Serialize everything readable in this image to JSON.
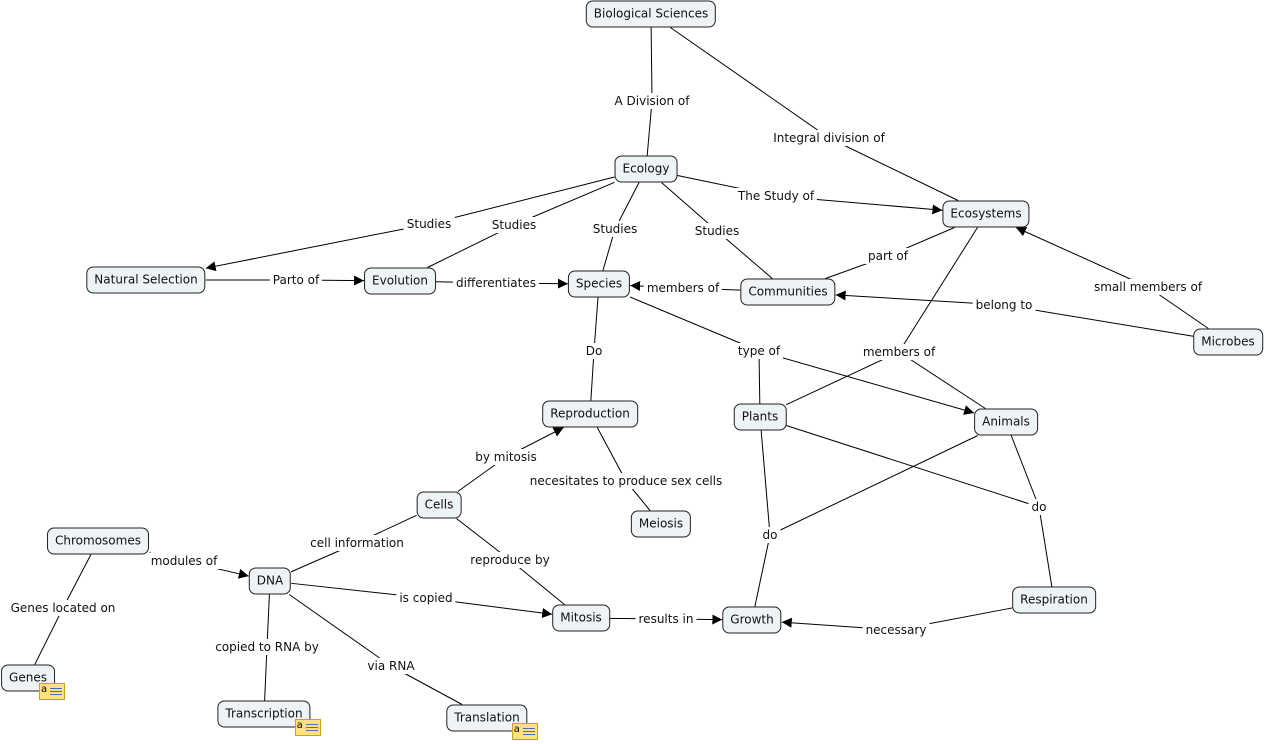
{
  "nodes": [
    {
      "id": "bio",
      "label": "Biological Sciences"
    },
    {
      "id": "ecology",
      "label": "Ecology"
    },
    {
      "id": "ecosystems",
      "label": "Ecosystems"
    },
    {
      "id": "natsel",
      "label": "Natural Selection"
    },
    {
      "id": "evolution",
      "label": "Evolution"
    },
    {
      "id": "species",
      "label": "Species"
    },
    {
      "id": "communities",
      "label": "Communities"
    },
    {
      "id": "microbes",
      "label": "Microbes"
    },
    {
      "id": "reproduction",
      "label": "Reproduction"
    },
    {
      "id": "plants",
      "label": "Plants"
    },
    {
      "id": "animals",
      "label": "Animals"
    },
    {
      "id": "cells",
      "label": "Cells"
    },
    {
      "id": "meiosis",
      "label": "Meiosis"
    },
    {
      "id": "chromosomes",
      "label": "Chromosomes"
    },
    {
      "id": "dna",
      "label": "DNA"
    },
    {
      "id": "mitosis",
      "label": "Mitosis"
    },
    {
      "id": "growth",
      "label": "Growth"
    },
    {
      "id": "respiration",
      "label": "Respiration"
    },
    {
      "id": "genes",
      "label": "Genes",
      "resource_icon": "text-note-icon"
    },
    {
      "id": "transcription",
      "label": "Transcription",
      "resource_icon": "text-note-icon"
    },
    {
      "id": "translation",
      "label": "Translation",
      "resource_icon": "text-note-icon"
    }
  ],
  "links": [
    {
      "label": "A Division of",
      "from": [
        "bio"
      ],
      "to": [
        "ecology"
      ],
      "arrow": false
    },
    {
      "label": "Integral division of",
      "from": [
        "bio"
      ],
      "to": [
        "ecosystems"
      ],
      "arrow": false
    },
    {
      "label": "The Study of",
      "from": [
        "ecology"
      ],
      "to": [
        "ecosystems"
      ],
      "arrow": true
    },
    {
      "label": "Studies",
      "from": [
        "ecology"
      ],
      "to": [
        "natsel"
      ],
      "arrow": true
    },
    {
      "label": "Studies",
      "from": [
        "ecology"
      ],
      "to": [
        "evolution"
      ],
      "arrow": false
    },
    {
      "label": "Studies",
      "from": [
        "ecology"
      ],
      "to": [
        "species"
      ],
      "arrow": false
    },
    {
      "label": "Studies",
      "from": [
        "ecology"
      ],
      "to": [
        "communities"
      ],
      "arrow": false
    },
    {
      "label": "Parto of",
      "from": [
        "natsel"
      ],
      "to": [
        "evolution"
      ],
      "arrow": true
    },
    {
      "label": "differentiates",
      "from": [
        "evolution"
      ],
      "to": [
        "species"
      ],
      "arrow": true
    },
    {
      "label": "members of",
      "from": [
        "communities"
      ],
      "to": [
        "species"
      ],
      "arrow": true
    },
    {
      "label": "part of",
      "from": [
        "communities"
      ],
      "to": [
        "ecosystems"
      ],
      "arrow": false
    },
    {
      "label": "small members of",
      "from": [
        "microbes"
      ],
      "to": [
        "ecosystems"
      ],
      "arrow": true
    },
    {
      "label": "belong to",
      "from": [
        "microbes"
      ],
      "to": [
        "communities"
      ],
      "arrow": true
    },
    {
      "label": "members of",
      "from": [
        "plants",
        "animals"
      ],
      "to": [
        "ecosystems"
      ],
      "arrow": false
    },
    {
      "label": "Do",
      "from": [
        "species"
      ],
      "to": [
        "reproduction"
      ],
      "arrow": false
    },
    {
      "label": "type of",
      "from": [
        "species"
      ],
      "to": [
        "plants",
        "animals"
      ],
      "arrow": true,
      "arrow_to": [
        "animals"
      ]
    },
    {
      "label": "by mitosis",
      "from": [
        "cells"
      ],
      "to": [
        "reproduction"
      ],
      "arrow": true
    },
    {
      "label": "necesitates to produce sex cells",
      "from": [
        "reproduction"
      ],
      "to": [
        "meiosis"
      ],
      "arrow": false
    },
    {
      "label": "cell information",
      "from": [
        "cells"
      ],
      "to": [
        "dna"
      ],
      "arrow": false
    },
    {
      "label": "reproduce by",
      "from": [
        "cells"
      ],
      "to": [
        "mitosis"
      ],
      "arrow": false
    },
    {
      "label": "modules of",
      "from": [
        "chromosomes"
      ],
      "to": [
        "dna"
      ],
      "arrow": true
    },
    {
      "label": "Genes located on",
      "from": [
        "chromosomes"
      ],
      "to": [
        "genes"
      ],
      "arrow": false
    },
    {
      "label": "is copied",
      "from": [
        "dna"
      ],
      "to": [
        "mitosis"
      ],
      "arrow": true
    },
    {
      "label": "copied to RNA by",
      "from": [
        "dna"
      ],
      "to": [
        "transcription"
      ],
      "arrow": false
    },
    {
      "label": "via RNA",
      "from": [
        "dna"
      ],
      "to": [
        "translation"
      ],
      "arrow": false
    },
    {
      "label": "results in",
      "from": [
        "mitosis"
      ],
      "to": [
        "growth"
      ],
      "arrow": true
    },
    {
      "label": "do",
      "from": [
        "plants",
        "animals"
      ],
      "to": [
        "growth"
      ],
      "arrow": false
    },
    {
      "label": "do",
      "from": [
        "plants",
        "animals"
      ],
      "to": [
        "respiration"
      ],
      "arrow": false
    },
    {
      "label": "necessary",
      "from": [
        "respiration"
      ],
      "to": [
        "growth"
      ],
      "arrow": true
    }
  ]
}
